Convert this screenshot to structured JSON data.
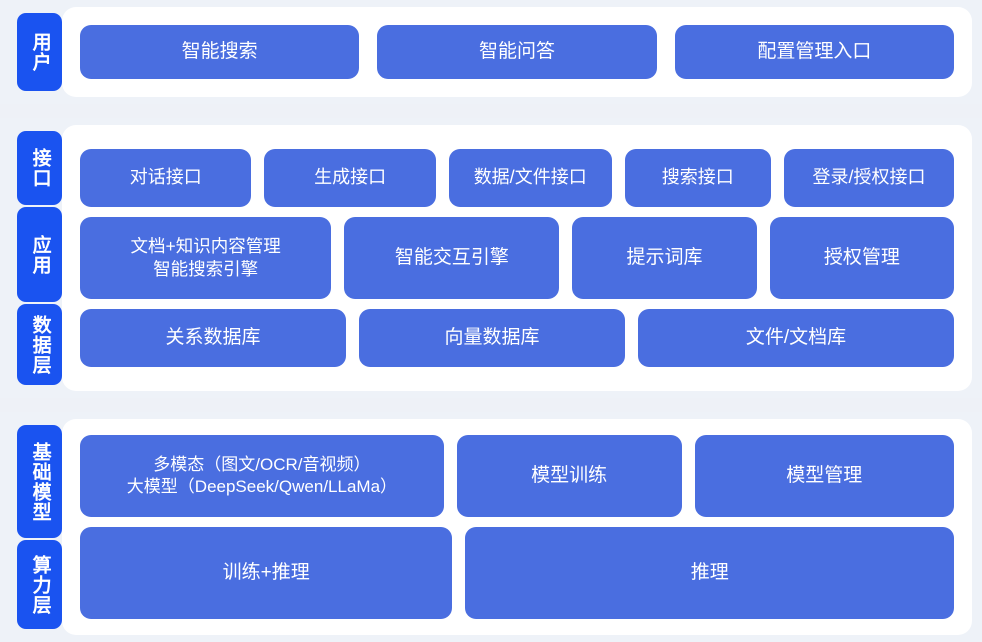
{
  "theme": {
    "page_background": "#eef1f7",
    "band_background": "#eef2f8",
    "card_background": "#ffffff",
    "tab_color": "#1a53f0",
    "node_color": "#4a6ee0",
    "node_text_color": "#ffffff"
  },
  "sections": [
    {
      "id": "user-layer",
      "tabs": [
        {
          "label": "用户"
        }
      ],
      "rows": [
        {
          "id": "user-entry-row",
          "nodes": [
            {
              "label": "智能搜索",
              "flex": 1
            },
            {
              "label": "智能问答",
              "flex": 1
            },
            {
              "label": "配置管理入口",
              "flex": 1
            }
          ]
        }
      ]
    },
    {
      "id": "platform-layer",
      "tabs": [
        {
          "label": "接口"
        },
        {
          "label": "应用"
        },
        {
          "label": "数据层"
        }
      ],
      "rows": [
        {
          "id": "api-row",
          "nodes": [
            {
              "label": "对话接口",
              "flex": 1.06
            },
            {
              "label": "生成接口",
              "flex": 1.06
            },
            {
              "label": "数据/文件接口",
              "flex": 1.0
            },
            {
              "label": "搜索接口",
              "flex": 0.89
            },
            {
              "label": "登录/授权接口",
              "flex": 1.05
            }
          ]
        },
        {
          "id": "application-row",
          "nodes": [
            {
              "label": "文档+知识内容管理\n智能搜索引擎",
              "flex": 1.3
            },
            {
              "label": "智能交互引擎",
              "flex": 1.1
            },
            {
              "label": "提示词库",
              "flex": 0.93
            },
            {
              "label": "授权管理",
              "flex": 0.93
            }
          ]
        },
        {
          "id": "data-row",
          "nodes": [
            {
              "label": "关系数据库",
              "flex": 1
            },
            {
              "label": "向量数据库",
              "flex": 1
            },
            {
              "label": "文件/文档库",
              "flex": 1.2
            }
          ]
        }
      ]
    },
    {
      "id": "infrastructure-layer",
      "tabs": [
        {
          "label": "基础模型"
        },
        {
          "label": "算力层"
        }
      ],
      "rows": [
        {
          "id": "model-row",
          "nodes": [
            {
              "label": "多模态（图文/OCR/音视频）\n大模型（DeepSeek/Qwen/LLaMa）",
              "flex": 1.5
            },
            {
              "label": "模型训练",
              "flex": 0.9
            },
            {
              "label": "模型管理",
              "flex": 1.05
            }
          ]
        },
        {
          "id": "compute-row",
          "nodes": [
            {
              "label": "训练+推理",
              "flex": 0.86
            },
            {
              "label": "推理",
              "flex": 1.14
            }
          ]
        }
      ]
    }
  ]
}
